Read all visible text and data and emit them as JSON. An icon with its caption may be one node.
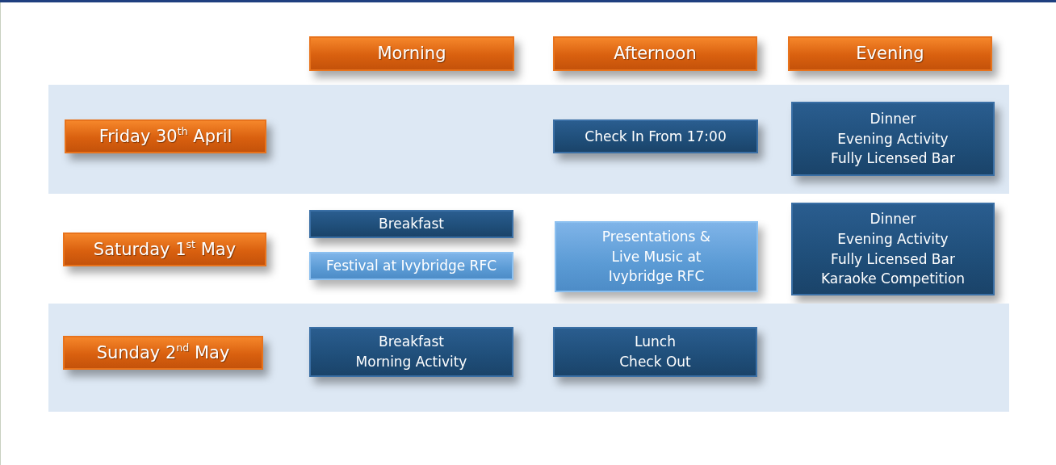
{
  "diagram": {
    "nodes": [
      {
        "text": [
          "Morning"
        ]
      },
      {
        "text": [
          "Afternoon"
        ]
      },
      {
        "text": [
          "Evening"
        ]
      },
      {
        "text": [],
        "shape": "band"
      },
      {
        "text": [
          "Friday 30$^{th}$ April"
        ],
        "in": 3
      },
      {
        "text": [
          "Check In From 17:00"
        ],
        "in": 3
      },
      {
        "text": [
          "Dinner",
          "Evening Activity",
          "Fully Licensed Bar"
        ],
        "in": 3
      },
      {
        "text": [
          "Saturday 1$^{st}$ May"
        ]
      },
      {
        "text": [
          "Breakfast"
        ]
      },
      {
        "text": [
          "Festival at Ivybridge RFC"
        ]
      },
      {
        "text": [
          "Presentations & Live Music at Ivybridge RFC"
        ]
      },
      {
        "text": [
          "Dinner",
          "Evening Activity",
          "Fully Licensed Bar",
          "Karaoke Competition"
        ]
      },
      {
        "text": [],
        "shape": "band"
      },
      {
        "text": [
          "Sunday 2$^{nd}$ May"
        ],
        "in": 12
      },
      {
        "text": [
          "Breakfast",
          "Morning Activity"
        ],
        "in": 12
      },
      {
        "text": [
          "Lunch",
          "Check Out"
        ],
        "in": 12
      }
    ],
    "edges": []
  }
}
